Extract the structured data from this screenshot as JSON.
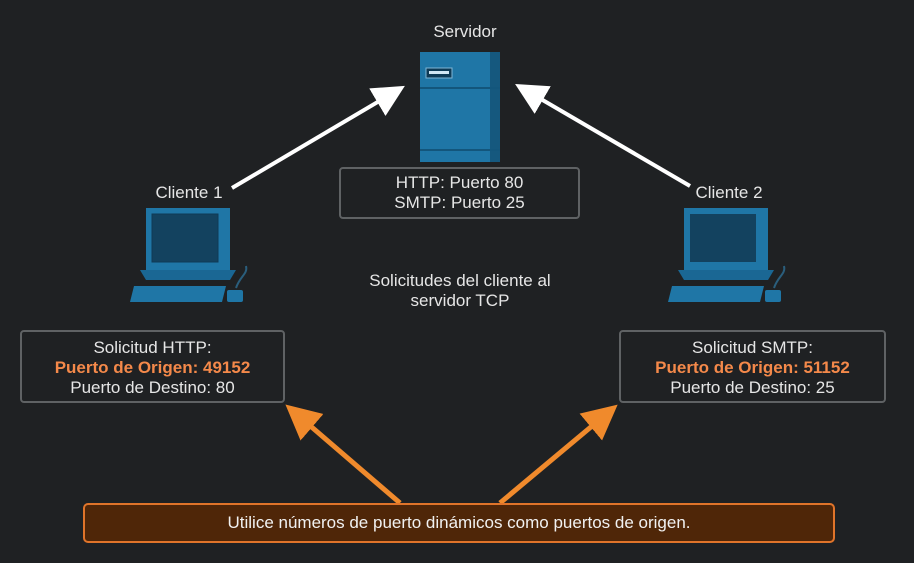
{
  "server": {
    "title": "Servidor",
    "ports": [
      "HTTP: Puerto 80",
      "SMTP: Puerto 25"
    ]
  },
  "client1": {
    "title": "Cliente 1",
    "request": "Solicitud HTTP:",
    "origin_port": "Puerto de Origen: 49152",
    "dest_port": "Puerto de Destino: 80"
  },
  "client2": {
    "title": "Cliente 2",
    "request": "Solicitud SMTP:",
    "origin_port": "Puerto de Origen: 51152",
    "dest_port": "Puerto de Destino: 25"
  },
  "center_caption": [
    "Solicitudes del cliente al",
    "servidor TCP"
  ],
  "banner": "Utilice números de puerto dinámicos como puertos de origen.",
  "colors": {
    "background": "#1f2123",
    "device": "#1c6a96",
    "highlight": "#f4894a",
    "arrow_white": "#ffffff",
    "arrow_orange": "#f08a2c",
    "banner_fill": "#4f2608",
    "banner_border": "#e0742a"
  }
}
